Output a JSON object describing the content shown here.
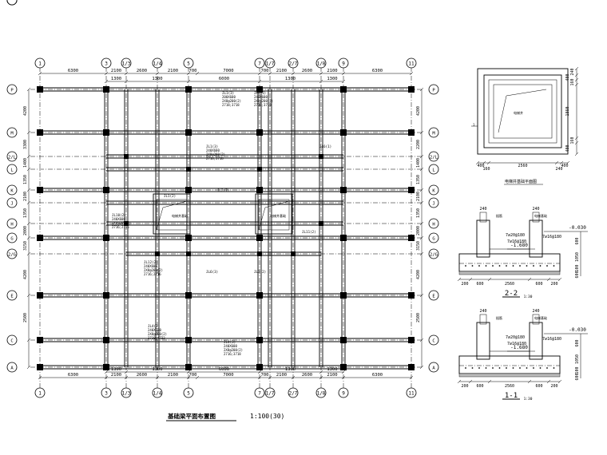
{
  "main_plan": {
    "axes_top": [
      "1",
      "3",
      "1/3",
      "1/4",
      "5",
      "7",
      "1/7",
      "2/7",
      "1/8",
      "9",
      "11"
    ],
    "axes_side": [
      "P",
      "M",
      "2/L",
      "L",
      "K",
      "J",
      "H",
      "G",
      "2/G",
      "E",
      "C",
      "A"
    ],
    "top_dims": [
      "6300",
      "2100",
      "2600",
      "2100",
      "700",
      "7000",
      "700",
      "2100",
      "2600",
      "2100",
      "6300"
    ],
    "sub_dims": [
      "1300",
      "1300",
      "6000",
      "1300",
      "1300"
    ],
    "left_dims": [
      "4200",
      "3300",
      "1400",
      "1350",
      "2100",
      "1350",
      "2000",
      "3150",
      "4200",
      "2500"
    ],
    "right_dims": [
      "4200",
      "2200",
      "1400",
      "1350",
      "2100",
      "1350",
      "2000",
      "3150",
      "4200",
      "2500"
    ],
    "beam_labels": [
      {
        "name": "JL1(3)",
        "lines": [
          "200X600",
          "2X8@200(2)",
          "2718;3718"
        ]
      },
      {
        "name": "JL3(3)",
        "lines": [
          "240X600",
          "2X8@200(2)",
          "2718;3718"
        ]
      },
      {
        "name": "JL1(3)",
        "lines": [
          "240X600",
          "2X8@200(2)",
          "2718;3718"
        ]
      },
      {
        "name": "JL2(7)",
        "lines": []
      },
      {
        "name": "JL1(2)",
        "lines": []
      },
      {
        "name": "JL10(2)",
        "lines": [
          "240X600",
          "2X8@200(2)",
          "2716;2716"
        ]
      },
      {
        "name": "JL12(2)",
        "lines": [
          "240X600",
          "2X8@200(2)",
          "2716;2716"
        ]
      },
      {
        "name": "JL4(3)",
        "lines": [
          "240X600",
          "2X8@200(2)",
          "2718;4722"
        ]
      },
      {
        "name": "JL4(3)",
        "lines": [
          "240X600",
          "2X8@200(2)",
          "2716;3718"
        ]
      },
      {
        "name": "JL6(3)",
        "lines": []
      },
      {
        "name": "JL3(2)",
        "lines": []
      },
      {
        "name": "JL11(2)",
        "lines": []
      },
      {
        "name": "JL6(1)",
        "lines": []
      }
    ],
    "pit_label": "电梯井基础",
    "title": "基础梁平面布置图",
    "scale": "1:100(30)"
  },
  "pit_plan": {
    "label": "电梯井",
    "title": "电梯井基础平面图",
    "dims_bottom": [
      "400",
      "160",
      "2560",
      "240",
      "400"
    ],
    "dims_right": [
      "240",
      "400",
      "160",
      "1860",
      "160",
      "400"
    ],
    "cut_mark": "1"
  },
  "section_22": {
    "top_dims": [
      "240",
      "240"
    ],
    "elevations": [
      "-0.030",
      "-1.680"
    ],
    "rebars": [
      "7⌀20@180",
      "7⌀16@180",
      "7⌀16@180"
    ],
    "right_dims": [
      "600",
      "1050",
      "100",
      "600"
    ],
    "bottom_dims": [
      "200",
      "600",
      "2560",
      "600",
      "200"
    ],
    "label": "2-2",
    "scale": "1:30",
    "notes": [
      "插筋",
      "电梯基础"
    ]
  },
  "section_11": {
    "top_dims": [
      "240",
      "240"
    ],
    "elevations": [
      "-0.030",
      "-1.680"
    ],
    "rebars": [
      "7⌀20@180",
      "7⌀16@180",
      "7⌀16@180"
    ],
    "right_dims": [
      "600",
      "1050",
      "100",
      "600"
    ],
    "bottom_dims": [
      "200",
      "600",
      "2560",
      "600",
      "200"
    ],
    "label": "1-1",
    "scale": "1:30",
    "notes": [
      "插筋",
      "电梯基础"
    ]
  }
}
